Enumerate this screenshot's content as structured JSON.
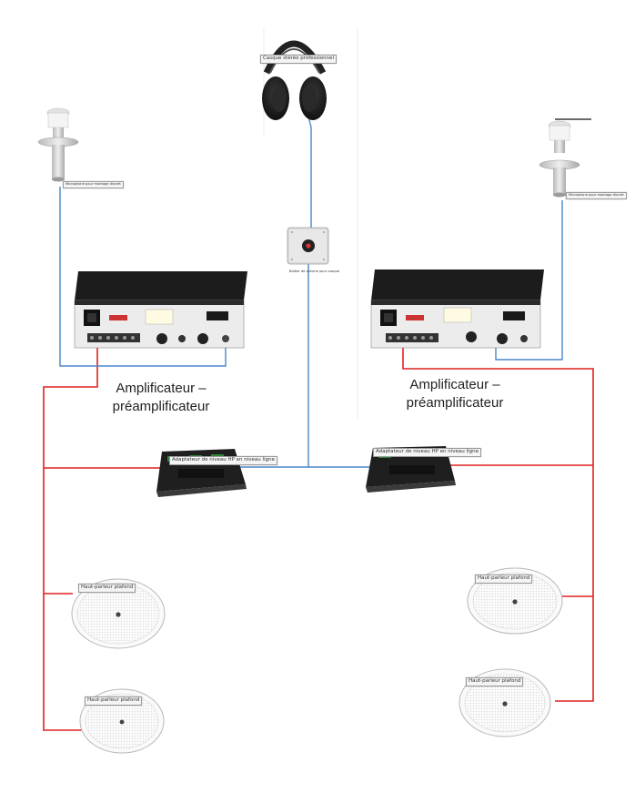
{
  "labels": {
    "headphones": "Casque stéréo professionnel",
    "mic_left": "Microphone pour montage discret",
    "mic_right": "Microphone pour montage discret",
    "volume_box": "Boîtier de volume pour casque",
    "amp_left_line1": "Amplificateur –",
    "amp_left_line2": "préamplificateur",
    "amp_right_line1": "Amplificateur –",
    "amp_right_line2": "préamplificateur",
    "adapter_left": "Adaptateur de niveau HP en niveau ligne",
    "adapter_right": "Adaptateur de niveau HP en niveau ligne",
    "speaker_left_top": "Haut-parleur plafond",
    "speaker_left_bottom": "Haut-parleur plafond",
    "speaker_right_top": "Haut-parleur plafond",
    "speaker_right_bottom": "Haut-parleur plafond"
  },
  "colors": {
    "audio_line": "#4a86c8",
    "speaker_line": "#e02020",
    "amp_body": "#1c1c1c",
    "amp_panel": "#ececec",
    "adapter_body": "#1f1f1f",
    "speaker_grille": "#f2f2f2"
  }
}
